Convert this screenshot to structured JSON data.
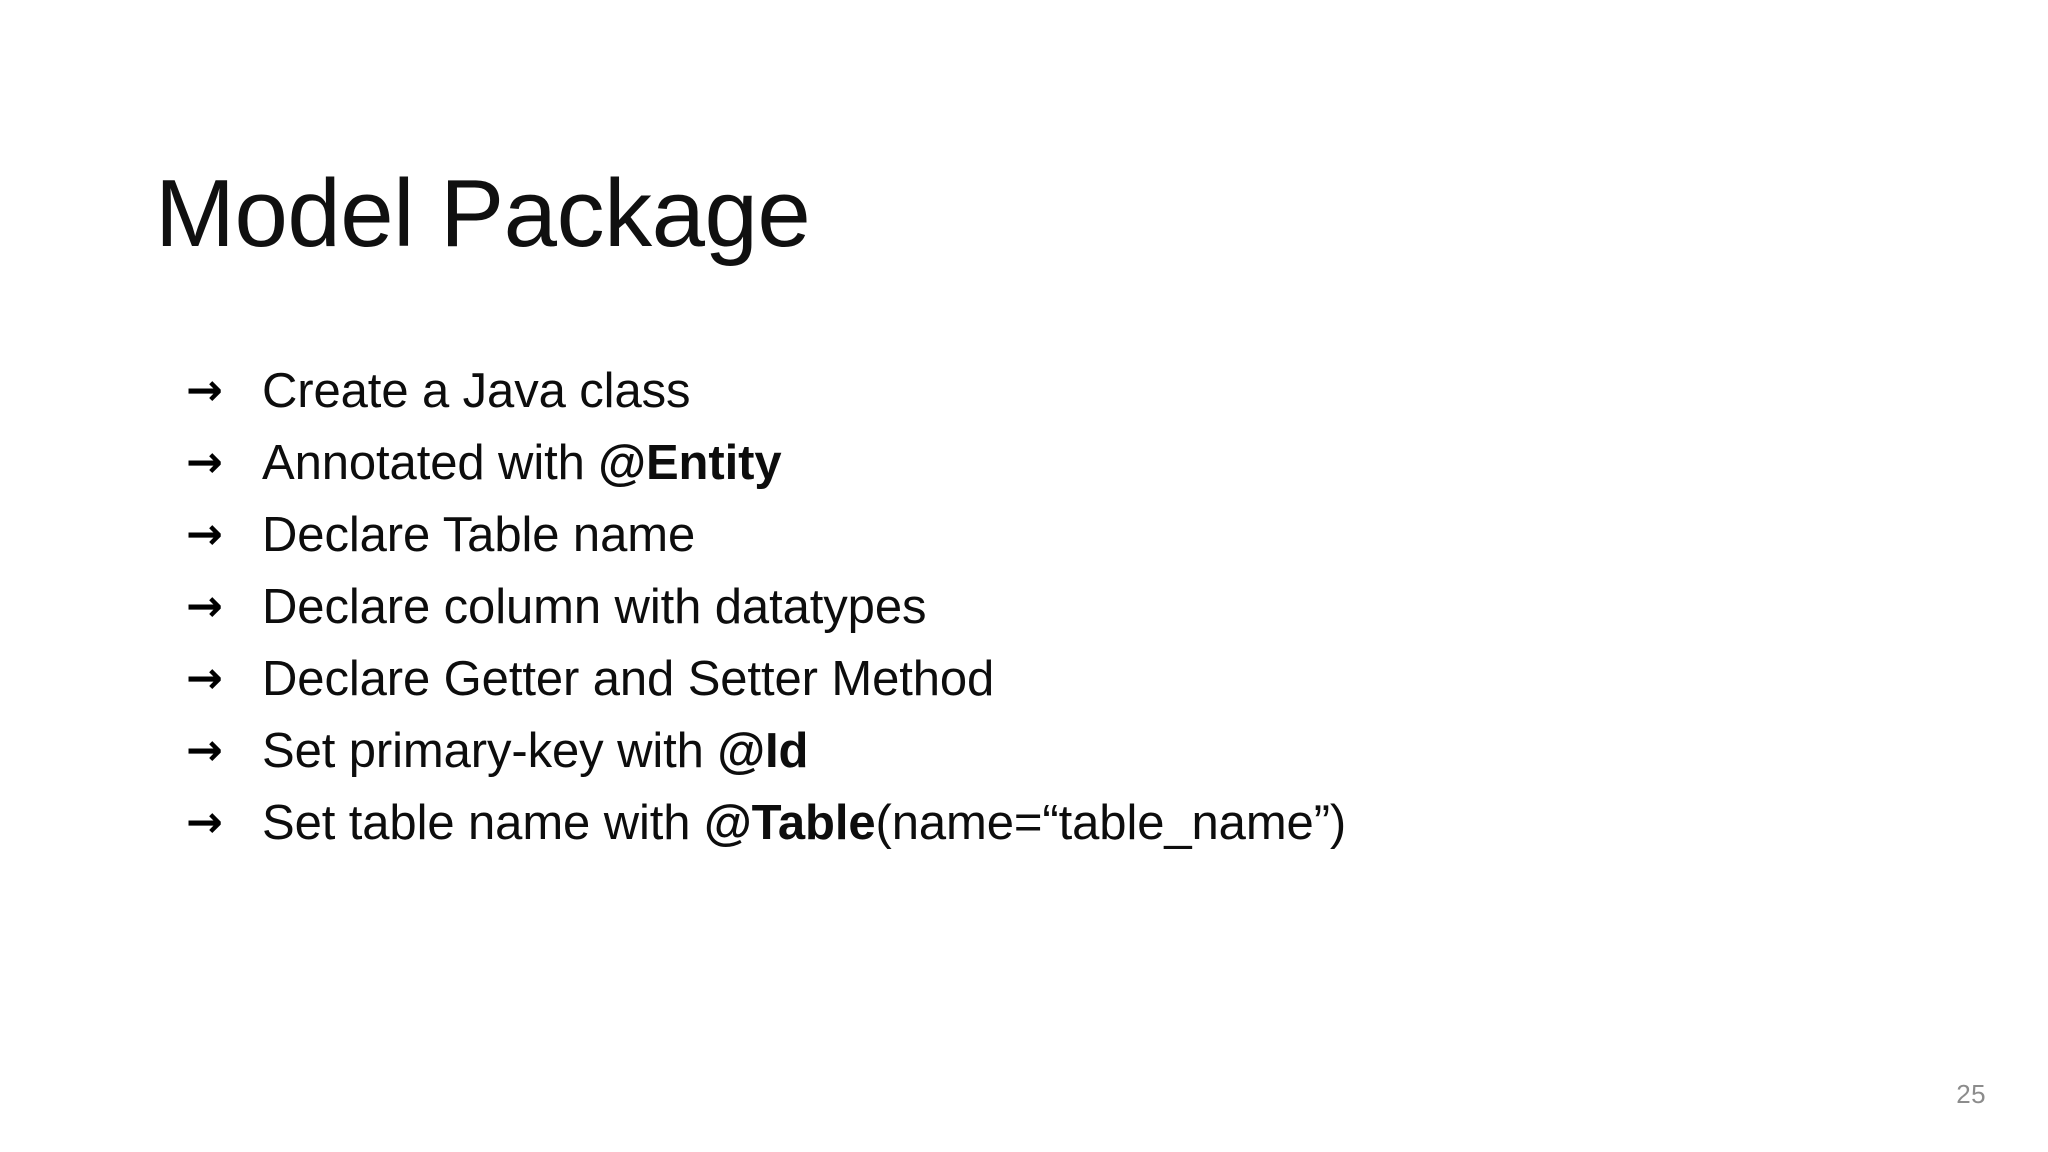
{
  "slide": {
    "title": "Model Package",
    "page_number": "25",
    "background_color": "#ffffff",
    "title_color": "#101010",
    "body_text_color": "#0d0d0d",
    "page_number_color": "#8c8c8c",
    "bullet_marker": "→",
    "bullet_marker_name": "arrow-right-icon",
    "bullets": [
      {
        "full_text": "Create a Java class",
        "segments": [
          {
            "text": "Create a Java class",
            "bold": false
          }
        ]
      },
      {
        "full_text": "Annotated with @Entity",
        "segments": [
          {
            "text": "Annotated with ",
            "bold": false
          },
          {
            "text": "@Entity",
            "bold": true
          }
        ]
      },
      {
        "full_text": "Declare Table name",
        "segments": [
          {
            "text": "Declare Table name",
            "bold": false
          }
        ]
      },
      {
        "full_text": "Declare column with datatypes",
        "segments": [
          {
            "text": "Declare column with datatypes",
            "bold": false
          }
        ]
      },
      {
        "full_text": "Declare Getter and Setter Method",
        "segments": [
          {
            "text": "Declare Getter and Setter Method",
            "bold": false
          }
        ]
      },
      {
        "full_text": "Set primary-key with @Id",
        "segments": [
          {
            "text": "Set primary-key with ",
            "bold": false
          },
          {
            "text": "@Id",
            "bold": true
          }
        ]
      },
      {
        "full_text": "Set table name with @Table(name=“table_name”)",
        "segments": [
          {
            "text": "Set table name with ",
            "bold": false
          },
          {
            "text": "@Table",
            "bold": true
          },
          {
            "text": "(name=“table_name”)",
            "bold": false
          }
        ]
      }
    ]
  }
}
